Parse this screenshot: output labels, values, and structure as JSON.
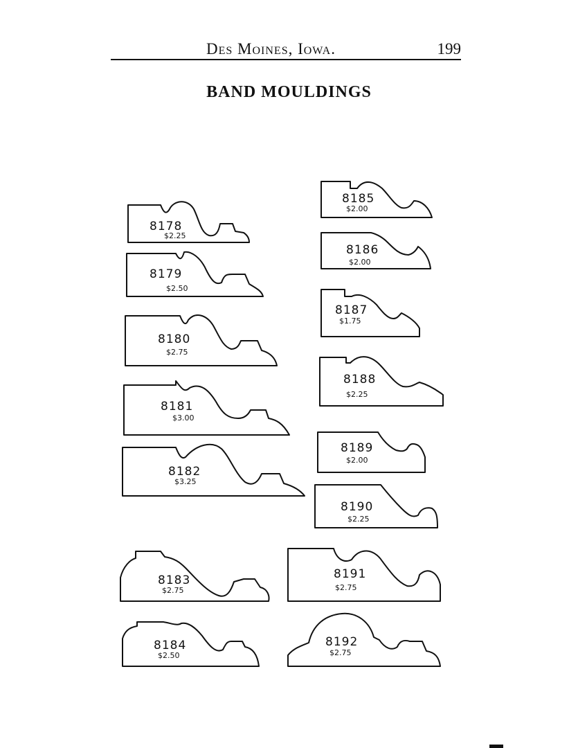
{
  "header": {
    "place": "Des Moines, Iowa.",
    "page_number": "199"
  },
  "title": "BAND MOULDINGS",
  "mouldings": [
    {
      "number": "8178",
      "price": "$2.25"
    },
    {
      "number": "8179",
      "price": "$2.50"
    },
    {
      "number": "8180",
      "price": "$2.75"
    },
    {
      "number": "8181",
      "price": "$3.00"
    },
    {
      "number": "8182",
      "price": "$3.25"
    },
    {
      "number": "8183",
      "price": "$2.75"
    },
    {
      "number": "8184",
      "price": "$2.50"
    },
    {
      "number": "8185",
      "price": "$2.00"
    },
    {
      "number": "8186",
      "price": "$2.00"
    },
    {
      "number": "8187",
      "price": "$1.75"
    },
    {
      "number": "8188",
      "price": "$2.25"
    },
    {
      "number": "8189",
      "price": "$2.00"
    },
    {
      "number": "8190",
      "price": "$2.25"
    },
    {
      "number": "8191",
      "price": "$2.75"
    },
    {
      "number": "8192",
      "price": "$2.75"
    }
  ]
}
